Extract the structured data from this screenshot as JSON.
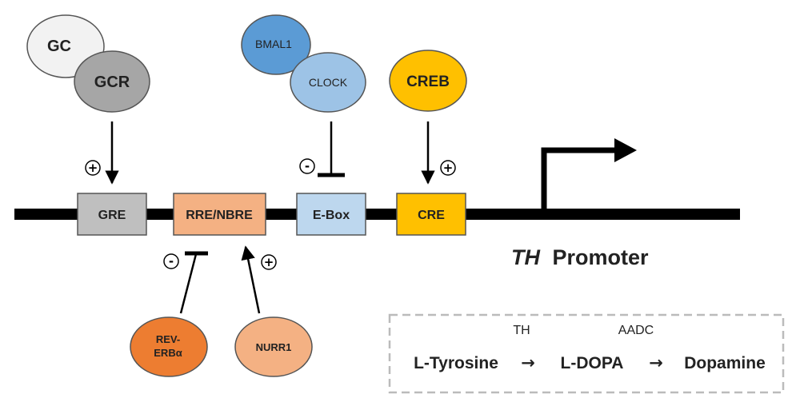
{
  "factors": {
    "gc": "GC",
    "gcr": "GCR",
    "bmal1": "BMAL1",
    "clock": "CLOCK",
    "creb": "CREB",
    "rev_erb_line1": "REV-",
    "rev_erb_line2": "ERBα",
    "nurr1": "NURR1"
  },
  "elements": {
    "gre": "GRE",
    "rre_nbre": "RRE/NBRE",
    "ebox": "E-Box",
    "cre": "CRE"
  },
  "signs": {
    "gre": "+",
    "ebox": "-",
    "cre": "+",
    "rev_erb": "-",
    "nurr1": "+"
  },
  "promoter": {
    "gene": "TH",
    "label": "Promoter"
  },
  "pathway": {
    "enzyme1": "TH",
    "enzyme2": "AADC",
    "substrate": "L-Tyrosine",
    "intermediate": "L-DOPA",
    "product": "Dopamine",
    "arrow": "→"
  },
  "colors": {
    "gc": "#f2f2f2",
    "gcr": "#a6a6a6",
    "bmal1": "#5b9bd5",
    "clock": "#9dc3e6",
    "creb": "#ffc000",
    "rev_erb": "#ed7d31",
    "nurr1": "#f4b183",
    "gre_box": "#bfbfbf",
    "rre_box": "#f4b183",
    "ebox_box": "#bdd7ee",
    "cre_box": "#ffc000"
  }
}
